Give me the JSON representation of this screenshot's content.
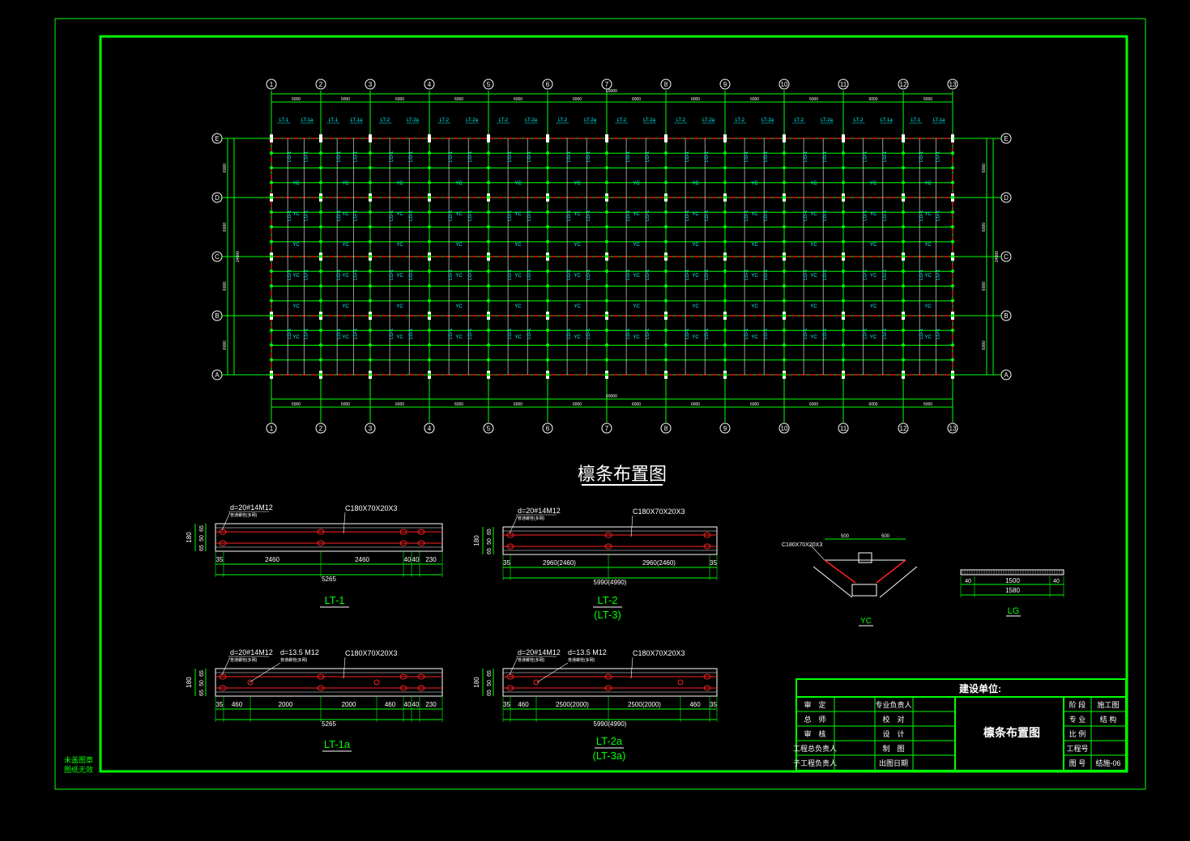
{
  "plan": {
    "title": "檩条布置图",
    "axes_x": [
      "1",
      "2",
      "3",
      "4",
      "5",
      "6",
      "7",
      "8",
      "9",
      "10",
      "11",
      "12",
      "13"
    ],
    "axes_y": [
      "E",
      "D",
      "C",
      "B",
      "A"
    ],
    "bay_dims_x": [
      "5000",
      "5000",
      "6000",
      "6000",
      "6000",
      "6000",
      "6000",
      "6000",
      "6000",
      "6000",
      "6000",
      "5000"
    ],
    "total_x": "69000",
    "dims_y": [
      "6000",
      "6000",
      "6000",
      "6000"
    ],
    "total_y": "24000",
    "purlin_top_labels": [
      "LT-1",
      "LT-1a",
      "LT-1",
      "LT-1a",
      "LT-2",
      "LT-2a",
      "LT-2",
      "LT-2a",
      "LT-2",
      "LT-2a",
      "LT-2",
      "LT-2a",
      "LT-2",
      "LT-2a",
      "LT-2",
      "LT-2a",
      "LT-2",
      "LT-2a",
      "LT-2",
      "LT-2a",
      "LT-2",
      "LT-1a",
      "LT-1",
      "LT-1a"
    ],
    "brace_label": "LG-1",
    "yc_label": "YC"
  },
  "details": {
    "lt1": {
      "title": "LT-1",
      "hole_note": "d=20#14M12",
      "hole_sub": "普通螺栓(多网)",
      "section": "C180X70X20X3",
      "height": "180",
      "sub_dims": [
        "65",
        "50",
        "65"
      ],
      "dims": [
        "35",
        "2460",
        "2460",
        "40",
        "40",
        "230"
      ],
      "total": "5265"
    },
    "lt2": {
      "title": "LT-2",
      "subtitle": "(LT-3)",
      "hole_note": "d=20#14M12",
      "hole_sub": "普通螺栓(多网)",
      "section": "C180X70X20X3",
      "height": "180",
      "sub_dims": [
        "65",
        "50",
        "65"
      ],
      "dims": [
        "35",
        "2960(2460)",
        "2960(2460)",
        "35"
      ],
      "total": "5990(4990)"
    },
    "lt1a": {
      "title": "LT-1a",
      "hole_note": "d=20#14M12",
      "hole_sub": "普通螺栓(多网)",
      "hole2_note": "d=13.5   M12",
      "hole2_sub": "普通螺栓(多网)",
      "section": "C180X70X20X3",
      "height": "180",
      "sub_dims": [
        "65",
        "50",
        "65"
      ],
      "dims": [
        "35",
        "460",
        "2000",
        "2000",
        "460",
        "40",
        "40",
        "230"
      ],
      "total": "5265"
    },
    "lt2a": {
      "title": "LT-2a",
      "subtitle": "(LT-3a)",
      "hole_note": "d=20#14M12",
      "hole_sub": "普通螺栓(多网)",
      "hole2_note": "d=13.5   M12",
      "hole2_sub": "普通螺栓(多网)",
      "section": "C180X70X20X3",
      "height": "180",
      "sub_dims": [
        "65",
        "50",
        "65"
      ],
      "dims": [
        "35",
        "460",
        "2500(2000)",
        "2500(2000)",
        "460",
        "35"
      ],
      "total": "5990(4990)"
    },
    "yc": {
      "title": "YC",
      "section": "C180X70X20X3",
      "dims": [
        "500",
        "500"
      ]
    },
    "lg": {
      "title": "LG",
      "dims": [
        "40",
        "1500",
        "40"
      ],
      "total": "1580"
    }
  },
  "title_block": {
    "client_label": "建设单位:",
    "drawing_name": "檩条布置图",
    "left_rows": [
      [
        "审　定",
        "专业负责人"
      ],
      [
        "总　师",
        "校　对"
      ],
      [
        "审　核",
        "设　计"
      ],
      [
        "工程总负责人",
        "制　图"
      ],
      [
        "子工程负责人",
        "出图日期"
      ]
    ],
    "right_rows": [
      [
        "阶 段",
        "施工图"
      ],
      [
        "专 业",
        "结 构"
      ],
      [
        "比 例",
        ""
      ],
      [
        "工程号",
        ""
      ],
      [
        "图 号",
        "结施-06"
      ]
    ]
  },
  "stamp": [
    "未盖图章",
    "图纸无效"
  ],
  "colors": {
    "frame": "#00ff00",
    "purlin": "#ff2020",
    "text": "#ffffff",
    "label": "#00ffff"
  }
}
